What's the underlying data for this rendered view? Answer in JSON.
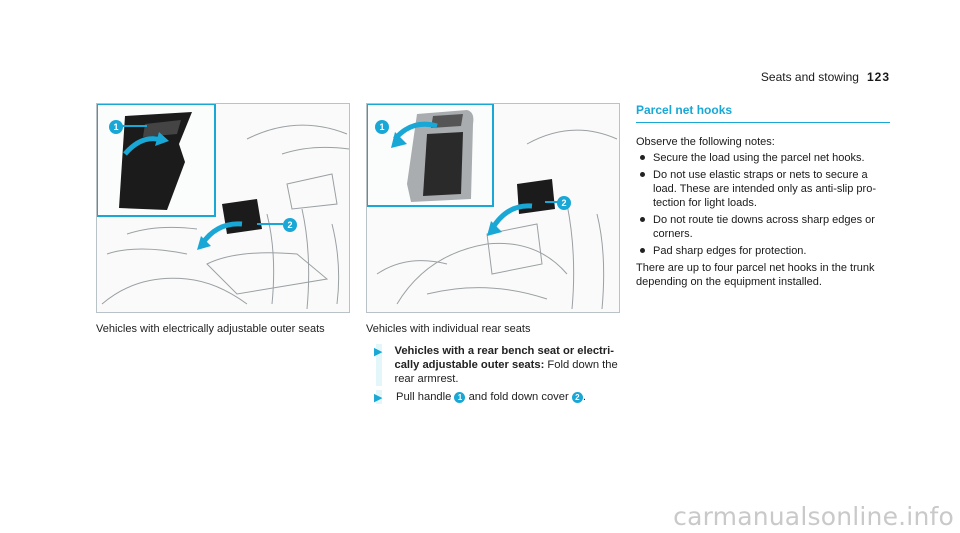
{
  "header": {
    "section_title": "Seats and stowing",
    "page_number": "123"
  },
  "figure1": {
    "caption": "Vehicles with electrically adjustable outer seats",
    "marker1": "1",
    "marker2": "2"
  },
  "figure2": {
    "caption": "Vehicles with individual rear seats",
    "marker1": "1",
    "marker2": "2"
  },
  "steps": [
    {
      "bold": "Vehicles with a rear bench seat or electri-cally adjustable outer seats:",
      "text": " Fold down the rear armrest."
    },
    {
      "text_a": "Pull handle ",
      "marker1": "1",
      "text_b": " and fold down cover ",
      "marker2": "2",
      "text_c": "."
    }
  ],
  "section": {
    "title": "Parcel net hooks",
    "intro": "Observe the following notes:",
    "bullets": [
      "Secure the load using the parcel net hooks.",
      "Do not use elastic straps or nets to secure a load. These are intended only as anti-slip pro-tection for light loads.",
      "Do not route tie downs across sharp edges or corners.",
      "Pad sharp edges for protection."
    ],
    "outro": "There are up to four parcel net hooks in the trunk depending on the equipment installed."
  },
  "watermark": "carmanualsonline.info",
  "colors": {
    "accent": "#19a7d6",
    "text": "#222222",
    "figure_border": "#b9c3c7"
  }
}
